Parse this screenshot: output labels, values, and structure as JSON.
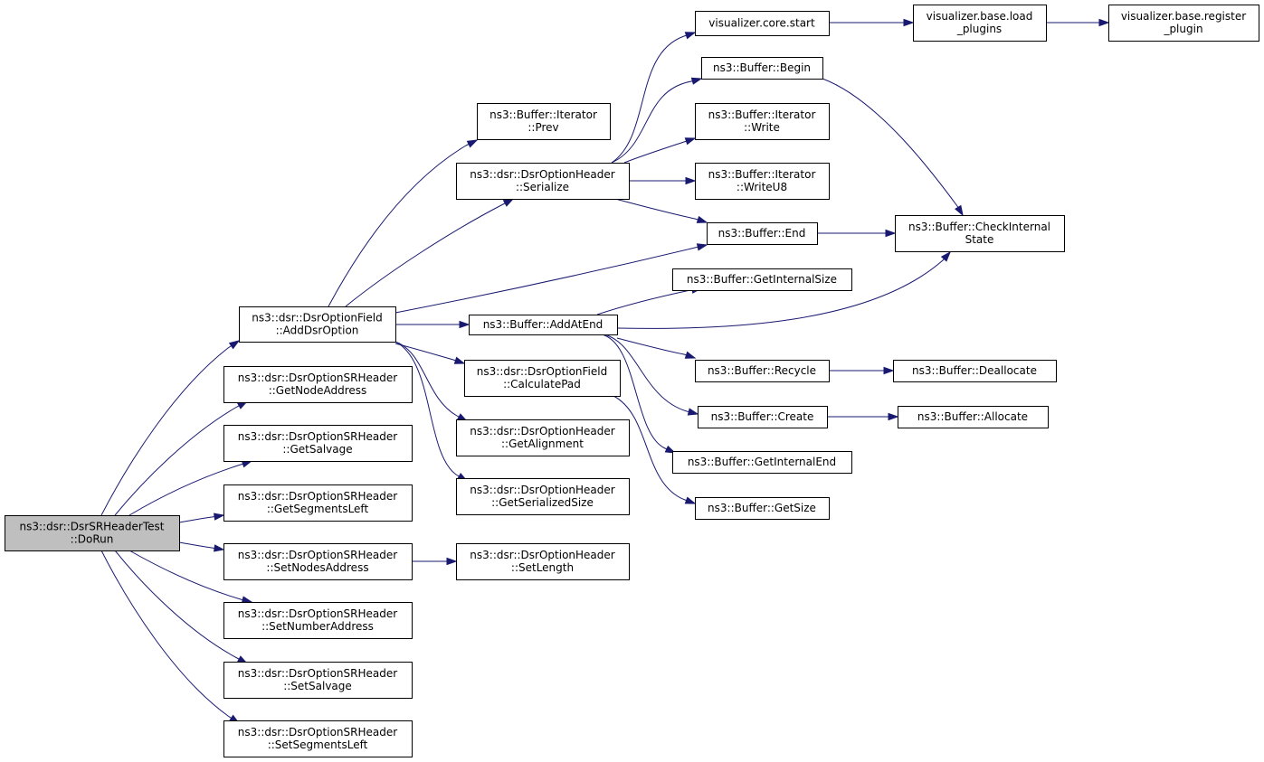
{
  "graph": {
    "nodes": [
      {
        "id": "dorun",
        "lines": [
          "ns3::dsr::DsrSRHeaderTest",
          "::DoRun"
        ],
        "root": true,
        "interactable": false
      },
      {
        "id": "adddsroption",
        "lines": [
          "ns3::dsr::DsrOptionField",
          "::AddDsrOption"
        ]
      },
      {
        "id": "getnodeaddress",
        "lines": [
          "ns3::dsr::DsrOptionSRHeader",
          "::GetNodeAddress"
        ]
      },
      {
        "id": "getsalvage",
        "lines": [
          "ns3::dsr::DsrOptionSRHeader",
          "::GetSalvage"
        ]
      },
      {
        "id": "getsegmentsleft",
        "lines": [
          "ns3::dsr::DsrOptionSRHeader",
          "::GetSegmentsLeft"
        ]
      },
      {
        "id": "setnodesaddress",
        "lines": [
          "ns3::dsr::DsrOptionSRHeader",
          "::SetNodesAddress"
        ]
      },
      {
        "id": "setnumberaddress",
        "lines": [
          "ns3::dsr::DsrOptionSRHeader",
          "::SetNumberAddress"
        ]
      },
      {
        "id": "setsalvage",
        "lines": [
          "ns3::dsr::DsrOptionSRHeader",
          "::SetSalvage"
        ]
      },
      {
        "id": "setsegmentsleft",
        "lines": [
          "ns3::dsr::DsrOptionSRHeader",
          "::SetSegmentsLeft"
        ]
      },
      {
        "id": "iteratorprev",
        "lines": [
          "ns3::Buffer::Iterator",
          "::Prev"
        ]
      },
      {
        "id": "serialize",
        "lines": [
          "ns3::dsr::DsrOptionHeader",
          "::Serialize"
        ]
      },
      {
        "id": "addatend",
        "lines": [
          "ns3::Buffer::AddAtEnd"
        ]
      },
      {
        "id": "calculatepad",
        "lines": [
          "ns3::dsr::DsrOptionField",
          "::CalculatePad"
        ]
      },
      {
        "id": "getalignment",
        "lines": [
          "ns3::dsr::DsrOptionHeader",
          "::GetAlignment"
        ]
      },
      {
        "id": "getserializedsize",
        "lines": [
          "ns3::dsr::DsrOptionHeader",
          "::GetSerializedSize"
        ]
      },
      {
        "id": "setlength",
        "lines": [
          "ns3::dsr::DsrOptionHeader",
          "::SetLength"
        ]
      },
      {
        "id": "corestart",
        "lines": [
          "visualizer.core.start"
        ]
      },
      {
        "id": "bufferbegin",
        "lines": [
          "ns3::Buffer::Begin"
        ]
      },
      {
        "id": "iteratorwrite",
        "lines": [
          "ns3::Buffer::Iterator",
          "::Write"
        ]
      },
      {
        "id": "iteratorwriteu8",
        "lines": [
          "ns3::Buffer::Iterator",
          "::WriteU8"
        ]
      },
      {
        "id": "bufferend",
        "lines": [
          "ns3::Buffer::End"
        ]
      },
      {
        "id": "getinternalsize",
        "lines": [
          "ns3::Buffer::GetInternalSize"
        ]
      },
      {
        "id": "recycle",
        "lines": [
          "ns3::Buffer::Recycle"
        ]
      },
      {
        "id": "create",
        "lines": [
          "ns3::Buffer::Create"
        ]
      },
      {
        "id": "getinternalend",
        "lines": [
          "ns3::Buffer::GetInternalEnd"
        ]
      },
      {
        "id": "getsize",
        "lines": [
          "ns3::Buffer::GetSize"
        ]
      },
      {
        "id": "loadplugins",
        "lines": [
          "visualizer.base.load",
          "_plugins"
        ]
      },
      {
        "id": "registerplugin",
        "lines": [
          "visualizer.base.register",
          "_plugin"
        ]
      },
      {
        "id": "checkinternalstate",
        "lines": [
          "ns3::Buffer::CheckInternal",
          "State"
        ]
      },
      {
        "id": "deallocate",
        "lines": [
          "ns3::Buffer::Deallocate"
        ]
      },
      {
        "id": "allocate",
        "lines": [
          "ns3::Buffer::Allocate"
        ]
      }
    ],
    "edges": [
      [
        "dorun",
        "adddsroption"
      ],
      [
        "dorun",
        "getnodeaddress"
      ],
      [
        "dorun",
        "getsalvage"
      ],
      [
        "dorun",
        "getsegmentsleft"
      ],
      [
        "dorun",
        "setnodesaddress"
      ],
      [
        "dorun",
        "setnumberaddress"
      ],
      [
        "dorun",
        "setsalvage"
      ],
      [
        "dorun",
        "setsegmentsleft"
      ],
      [
        "adddsroption",
        "iteratorprev"
      ],
      [
        "adddsroption",
        "serialize"
      ],
      [
        "adddsroption",
        "bufferend"
      ],
      [
        "adddsroption",
        "addatend"
      ],
      [
        "adddsroption",
        "calculatepad"
      ],
      [
        "adddsroption",
        "getalignment"
      ],
      [
        "adddsroption",
        "getserializedsize"
      ],
      [
        "serialize",
        "corestart"
      ],
      [
        "serialize",
        "bufferbegin"
      ],
      [
        "serialize",
        "iteratorwrite"
      ],
      [
        "serialize",
        "iteratorwriteu8"
      ],
      [
        "serialize",
        "bufferend"
      ],
      [
        "corestart",
        "loadplugins"
      ],
      [
        "loadplugins",
        "registerplugin"
      ],
      [
        "bufferbegin",
        "checkinternalstate"
      ],
      [
        "bufferend",
        "checkinternalstate"
      ],
      [
        "addatend",
        "getinternalsize"
      ],
      [
        "addatend",
        "checkinternalstate"
      ],
      [
        "addatend",
        "recycle"
      ],
      [
        "addatend",
        "create"
      ],
      [
        "addatend",
        "getinternalend"
      ],
      [
        "calculatepad",
        "getsize"
      ],
      [
        "recycle",
        "deallocate"
      ],
      [
        "create",
        "allocate"
      ],
      [
        "setnodesaddress",
        "setlength"
      ]
    ]
  }
}
